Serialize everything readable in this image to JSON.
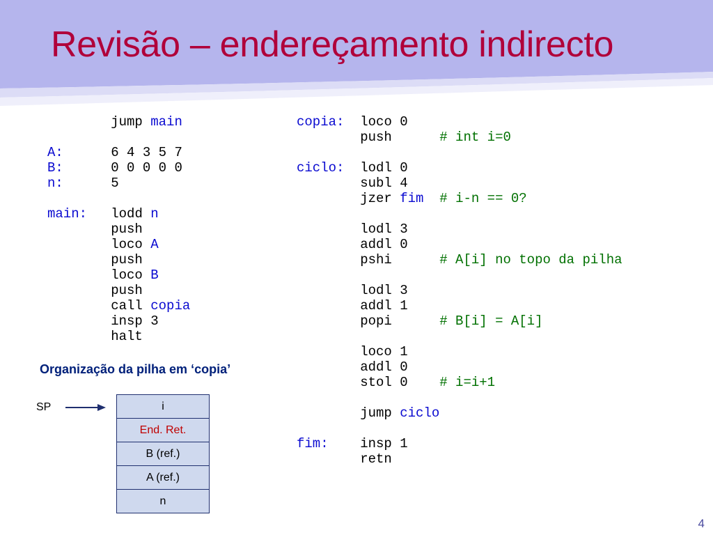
{
  "title": "Revisão – endereçamento indirecto",
  "left_code": {
    "l1": {
      "op": "jump",
      "arg": "main"
    },
    "l2": {
      "label": "A:",
      "text": "6 4 3 5 7"
    },
    "l3": {
      "label": "B:",
      "text": "0 0 0 0 0"
    },
    "l4": {
      "label": "n:",
      "text": "5"
    },
    "l5": {
      "label": "main:",
      "op": "lodd",
      "arg": "n"
    },
    "l6": {
      "op": "push"
    },
    "l7": {
      "op": "loco",
      "arg": "A"
    },
    "l8": {
      "op": "push"
    },
    "l9": {
      "op": "loco",
      "arg": "B"
    },
    "l10": {
      "op": "push"
    },
    "l11": {
      "op": "call",
      "arg": "copia"
    },
    "l12": {
      "op": "insp 3"
    },
    "l13": {
      "op": "halt"
    }
  },
  "right_code": {
    "r1": {
      "label": "copia:",
      "op": "loco 0"
    },
    "r2": {
      "op": "push",
      "comment": "# int i=0"
    },
    "r3": {
      "label": "ciclo:",
      "op": "lodl 0"
    },
    "r4": {
      "op": "subl 4"
    },
    "r5": {
      "op": "jzer",
      "arg": "fim",
      "comment": "# i-n == 0?"
    },
    "r6": {
      "op": "lodl 3"
    },
    "r7": {
      "op": "addl 0"
    },
    "r8": {
      "op": "pshi",
      "comment": "# A[i] no topo da pilha"
    },
    "r9": {
      "op": "lodl 3"
    },
    "r10": {
      "op": "addl 1"
    },
    "r11": {
      "op": "popi",
      "comment": "# B[i] = A[i]"
    },
    "r12": {
      "op": "loco 1"
    },
    "r13": {
      "op": "addl 0"
    },
    "r14": {
      "op": "stol 0",
      "comment": "# i=i+1"
    },
    "r15": {
      "op": "jump",
      "arg": "ciclo"
    },
    "r16": {
      "label": "fim:",
      "op": "insp 1"
    },
    "r17": {
      "op": "retn"
    }
  },
  "stack": {
    "caption": "Organização da pilha em ‘copia’",
    "pointer_label": "SP",
    "cells": [
      "i",
      "End. Ret.",
      "B (ref.)",
      "A (ref.)",
      "n"
    ]
  },
  "page_number": "4",
  "colors": {
    "title": "#b0003a",
    "label": "#0a0ad0",
    "comment": "#007000",
    "banner": "#b5b5ed",
    "stack_cell": "#cfd9ee",
    "return_address": "#c00000"
  }
}
